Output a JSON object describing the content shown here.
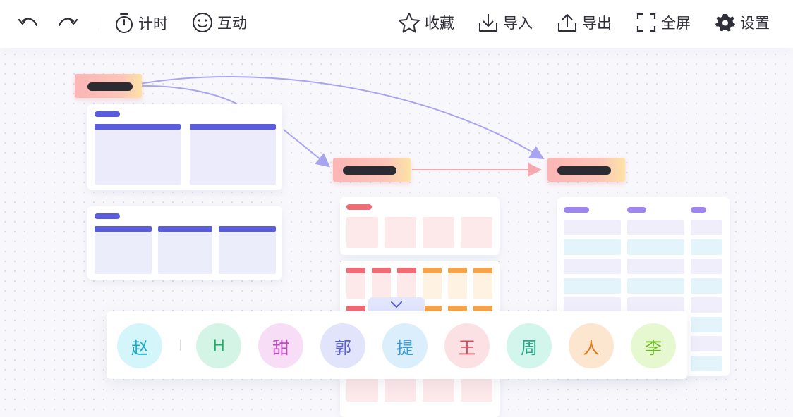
{
  "toolbar": {
    "undo_icon": "undo-icon",
    "redo_icon": "redo-icon",
    "timer_label": "计时",
    "interact_label": "互动",
    "favorite_label": "收藏",
    "import_label": "导入",
    "export_label": "导出",
    "fullscreen_label": "全屏",
    "settings_label": "设置"
  },
  "users": [
    {
      "label": "赵",
      "bg": "#d4f6fb",
      "fg": "#1aa6c4"
    },
    {
      "label": "H",
      "bg": "#d4f5e6",
      "fg": "#26a86b"
    },
    {
      "label": "甜",
      "bg": "#f8ddf7",
      "fg": "#c04ac0"
    },
    {
      "label": "郭",
      "bg": "#e2e4fb",
      "fg": "#5b62cf"
    },
    {
      "label": "提",
      "bg": "#dbeefc",
      "fg": "#3a9ad6"
    },
    {
      "label": "王",
      "bg": "#fbe0e4",
      "fg": "#d84a5c"
    },
    {
      "label": "周",
      "bg": "#d2f5ec",
      "fg": "#26a88a"
    },
    {
      "label": "人",
      "bg": "#fde6cf",
      "fg": "#e07b18"
    },
    {
      "label": "李",
      "bg": "#e6f8cf",
      "fg": "#6cb824"
    }
  ],
  "colors": {
    "blue": "#5a5ce0",
    "red": "#ef6b75",
    "orange": "#f6a44b",
    "purple": "#9f86ef",
    "connector_blue": "#a8a4f2",
    "connector_pink": "#f5a8ad"
  }
}
